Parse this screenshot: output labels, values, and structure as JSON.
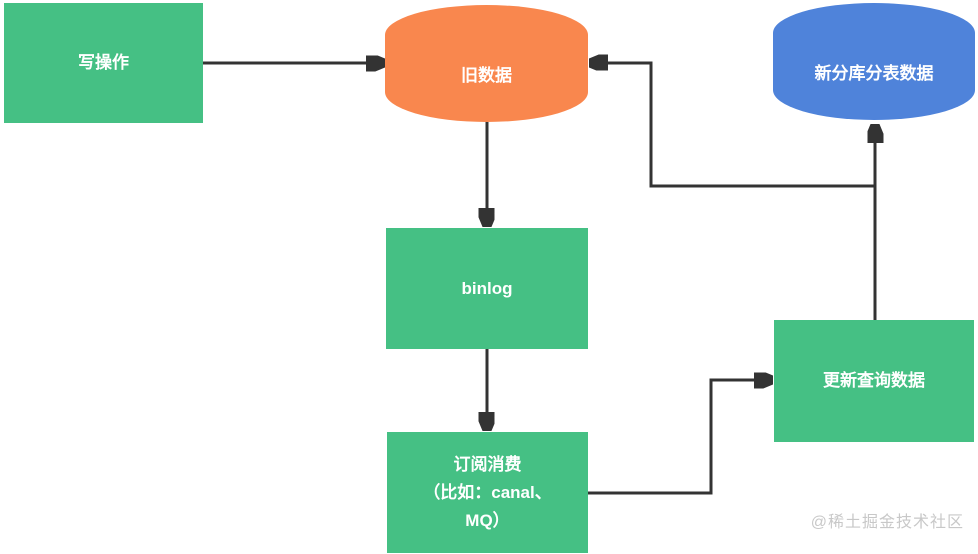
{
  "diagram": {
    "nodes": {
      "write_op": {
        "label": "写操作",
        "shape": "rect",
        "color": "#45C084"
      },
      "old_data": {
        "label": "旧数据",
        "shape": "cylinder",
        "color": "#F9874E"
      },
      "new_shard": {
        "label": "新分库分表数据",
        "shape": "cylinder",
        "color": "#4F83DA"
      },
      "binlog": {
        "label": "binlog",
        "shape": "rect",
        "color": "#45C084"
      },
      "subscribe": {
        "label": "订阅消费（比如：canal、MQ）",
        "lines": [
          "订阅消费",
          "（比如：canal、",
          "MQ）"
        ],
        "shape": "rect",
        "color": "#45C084"
      },
      "update_query": {
        "label": "更新查询数据",
        "shape": "rect",
        "color": "#45C084"
      }
    },
    "edges": [
      {
        "from": "write_op",
        "to": "old_data"
      },
      {
        "from": "old_data",
        "to": "binlog"
      },
      {
        "from": "binlog",
        "to": "subscribe"
      },
      {
        "from": "subscribe",
        "to": "update_query"
      },
      {
        "from": "update_query",
        "to": "new_shard"
      },
      {
        "from": "update_query",
        "to": "old_data"
      }
    ],
    "colors": {
      "green": "#45C084",
      "orange": "#F9874E",
      "blue": "#4F83DA",
      "line": "#333333",
      "node_text": "#FFFFFF",
      "watermark": "#C8C8C8",
      "background": "#FFFFFF"
    }
  },
  "watermark": {
    "text": "@稀土掘金技术社区"
  }
}
